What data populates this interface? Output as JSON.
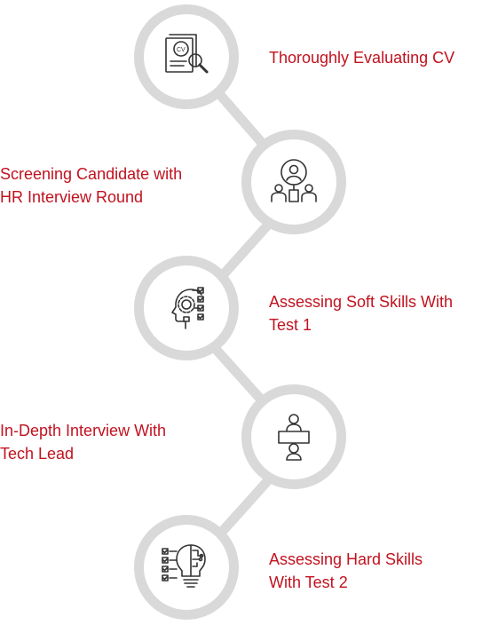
{
  "accent_color": "#c1121f",
  "ring_color": "#d9d9d9",
  "steps": [
    {
      "lines": [
        "Thoroughly Evaluating CV"
      ],
      "icon": "cv-search-icon"
    },
    {
      "lines": [
        "Screening Candidate with",
        "HR Interview Round"
      ],
      "icon": "hr-interview-icon"
    },
    {
      "lines": [
        "Assessing Soft Skills With",
        "Test 1"
      ],
      "icon": "head-gear-checklist-icon"
    },
    {
      "lines": [
        "In-Depth Interview With",
        "Tech Lead"
      ],
      "icon": "one-on-one-interview-icon"
    },
    {
      "lines": [
        "Assessing Hard Skills",
        "With Test 2"
      ],
      "icon": "bulb-checklist-icon"
    }
  ]
}
